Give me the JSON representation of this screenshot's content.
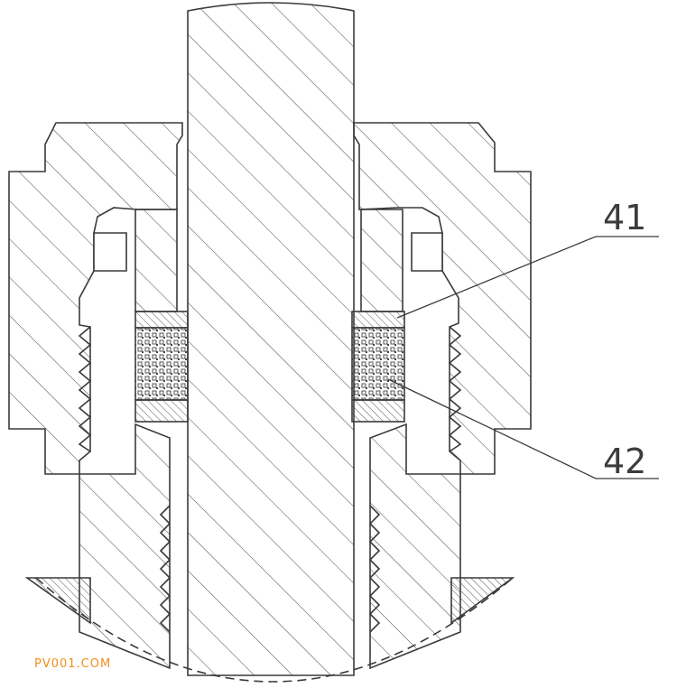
{
  "drawing": {
    "callouts": [
      {
        "id": "41",
        "label": "41"
      },
      {
        "id": "42",
        "label": "42"
      }
    ]
  },
  "watermark": {
    "text": "PV001.COM",
    "color": "#f09020"
  },
  "colors": {
    "line": "#3a3a3a",
    "hatch": "#555555",
    "background": "#ffffff"
  }
}
